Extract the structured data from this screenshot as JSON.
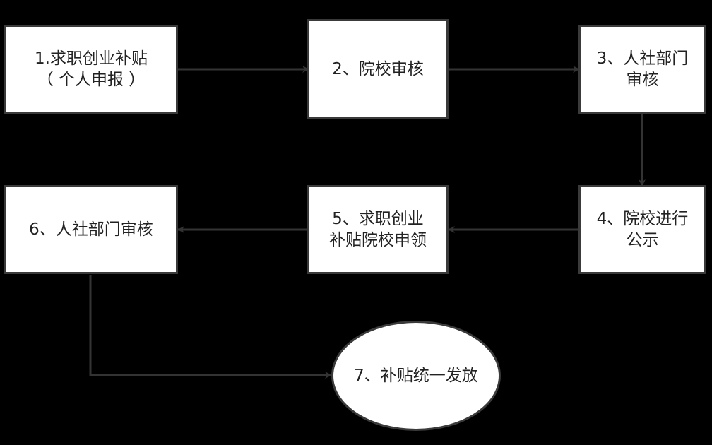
{
  "colors": {
    "background": "#000000",
    "node_fill": "#ffffff",
    "node_border": "#3a3a3a",
    "edge": "#333333",
    "text": "#222222"
  },
  "nodes": {
    "step1": {
      "line1": "1.求职创业补贴",
      "line2": "（ 个人申报 ）"
    },
    "step2": {
      "line1": "2、院校审核"
    },
    "step3": {
      "line1": "3、人社部门",
      "line2": "审核"
    },
    "step4": {
      "line1": "4、院校进行",
      "line2": "公示"
    },
    "step5": {
      "line1": "5、求职创业",
      "line2": "补贴院校申领"
    },
    "step6": {
      "line1": "6、人社部门审核"
    },
    "step7": {
      "line1": "7、补贴统一发放"
    }
  }
}
